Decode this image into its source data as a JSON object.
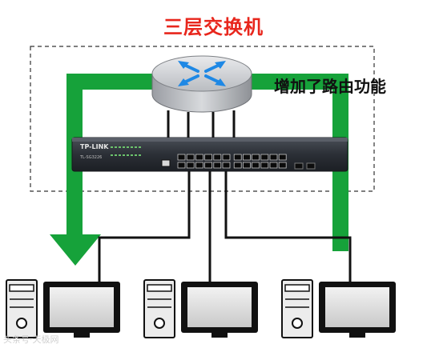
{
  "title": "三层交换机",
  "feature_label": "增加了路由功能",
  "switch": {
    "brand": "TP-LINK",
    "model_text": "TL-SG3226",
    "port_count": 24,
    "sfp_slot_count": 2
  },
  "router_icon": "router-icon",
  "computers": [
    {
      "name": "pc-left"
    },
    {
      "name": "pc-middle"
    },
    {
      "name": "pc-right"
    }
  ],
  "colors": {
    "title": "#e8261c",
    "arrow": "#16a23a",
    "router_arrows": "#1e88e5",
    "switch_body": "#2b2f36"
  },
  "watermark": "头条号·天极网"
}
